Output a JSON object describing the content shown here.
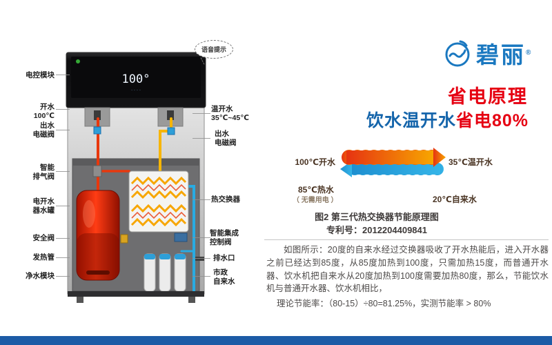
{
  "page": {
    "bottom_bar_color": "#1c5ba6",
    "accent_red": "#e60012",
    "accent_blue": "#1565ab"
  },
  "brand": {
    "name": "碧丽",
    "reg": "®",
    "color": "#1a78c0"
  },
  "headline": {
    "title": "省电原理",
    "sub_blue": "饮水温开水",
    "sub_red": "省电80%"
  },
  "machine": {
    "voice_bubble": "语音提示",
    "display_value": "100°",
    "display_dots": "· · · ·",
    "labels_left": [
      "电控模块",
      "开水\n100℃",
      "出水\n电磁阀",
      "智能\n排气阀",
      "电开水\n器水罐",
      "安全阀",
      "发热管",
      "净水模块"
    ],
    "labels_right": [
      "温开水\n35℃~45℃",
      "出水\n电磁阀",
      "热交换器",
      "智能集成\n控制阀",
      "排水口",
      "市政\n自来水"
    ]
  },
  "exchanger": {
    "hot_in": "100℃开水",
    "warm_out": "35℃温开水",
    "hot_out": "85℃热水",
    "hot_out_note": "（ 无需用电 ）",
    "cold_in": "20℃自来水",
    "caption": "图2 第三代热交换器节能原理图",
    "patent": "专利号：2012204409841"
  },
  "description": {
    "paragraph": "如图所示：20度的自来水经过交换器吸收了开水热能后，进入开水器之前已经达到85度，从85度加热到100度，只需加热15度，而普通开水器、饮水机把自来水从20度加热到100度需要加热80度，那么，节能饮水机与普通开水器、饮水机相比，",
    "formula": "理论节能率：（80-15）÷80=81.25%，实测节能率 > 80%"
  }
}
